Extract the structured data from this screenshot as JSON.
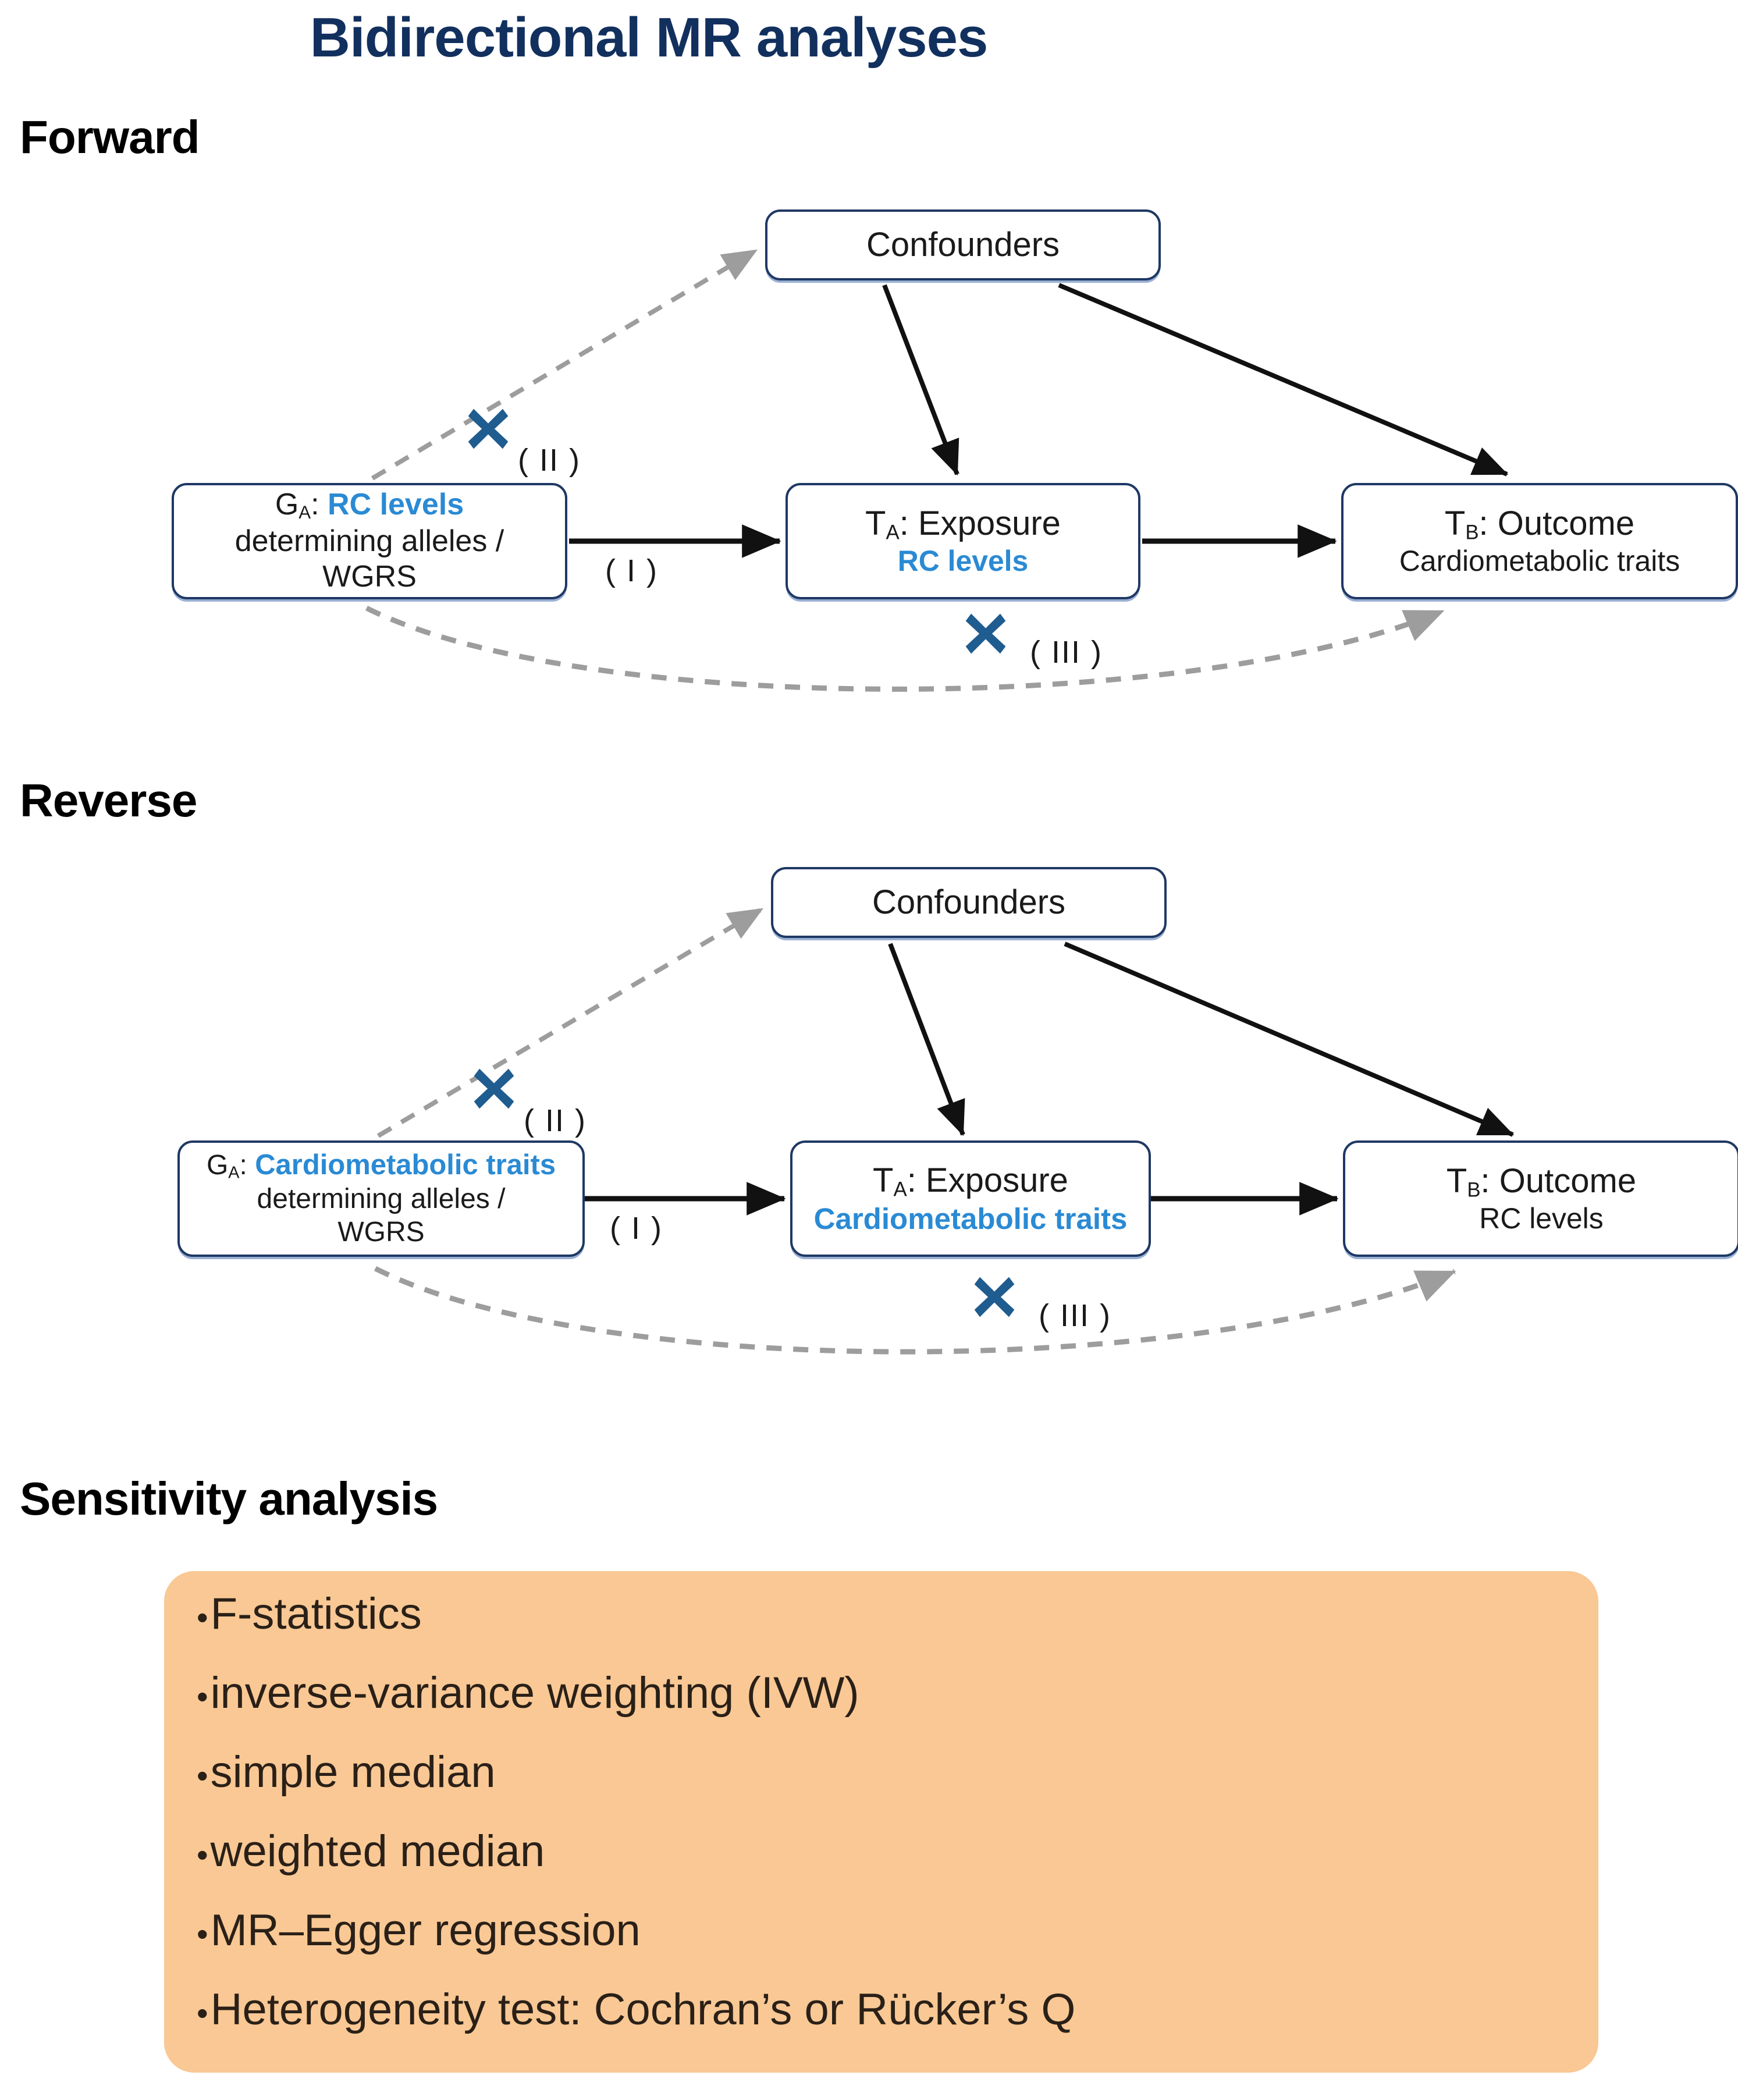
{
  "title": "Bidirectional MR analyses",
  "sections": {
    "forward_heading": "Forward",
    "reverse_heading": "Reverse",
    "sensitivity_heading": "Sensitivity analysis"
  },
  "colors": {
    "title_navy": "#12305e",
    "box_border_navy": "#1f3864",
    "accent_blue": "#2a8ad4",
    "x_marker_blue": "#1f5c8f",
    "dashed_gray": "#9d9d9d",
    "sensitivity_orange": "#f9c894",
    "text_dark": "#1a1a1a"
  },
  "forward": {
    "confounders": {
      "label": "Confounders"
    },
    "instrument": {
      "prefix": "G",
      "subscript": "A",
      "colon": ":",
      "trait": "RC levels",
      "line2": "determining alleles /",
      "line3": "WGRS"
    },
    "exposure": {
      "prefix": "T",
      "subscript": "A",
      "label": ": Exposure",
      "trait": "RC levels"
    },
    "outcome": {
      "prefix": "T",
      "subscript": "B",
      "label": ": Outcome",
      "trait": "Cardiometabolic traits"
    },
    "path_labels": {
      "relevance": "( I )",
      "independence": "( II )",
      "exclusion": "( III )"
    }
  },
  "reverse": {
    "confounders": {
      "label": "Confounders"
    },
    "instrument": {
      "prefix": "G",
      "subscript": "A",
      "colon": ":",
      "trait": "Cardiometabolic traits",
      "line2": "determining alleles /",
      "line3": "WGRS"
    },
    "exposure": {
      "prefix": "T",
      "subscript": "A",
      "label": ": Exposure",
      "trait": "Cardiometabolic traits"
    },
    "outcome": {
      "prefix": "T",
      "subscript": "B",
      "label": ": Outcome",
      "trait": "RC levels"
    },
    "path_labels": {
      "relevance": "( I )",
      "independence": "( II )",
      "exclusion": "( III )"
    }
  },
  "sensitivity": {
    "bullet_glyph": "•",
    "items": [
      "F-statistics",
      "inverse-variance weighting (IVW)",
      "simple median",
      "weighted median",
      "MR–Egger regression",
      "Heterogeneity test: Cochran’s or Rücker’s Q"
    ]
  }
}
